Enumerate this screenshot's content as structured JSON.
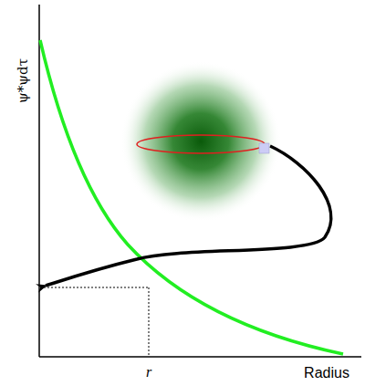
{
  "diagram": {
    "labels": [
      "ψ*ψdτ",
      "r",
      "Radius"
    ]
  }
}
